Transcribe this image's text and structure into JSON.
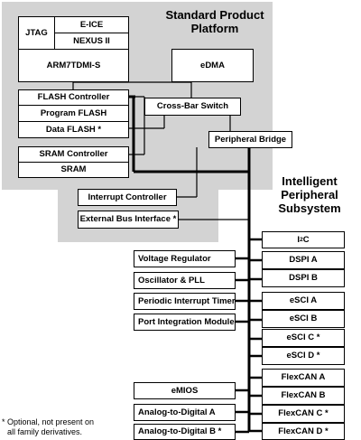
{
  "platform": {
    "title_line1": "Standard Product",
    "title_line2": "Platform",
    "jtag": "JTAG",
    "eice": "E-ICE",
    "nexus": "NEXUS II",
    "arm": "ARM7TDMI-S",
    "edma": "eDMA",
    "flash_controller": "FLASH Controller",
    "program_flash": "Program FLASH",
    "data_flash": "Data FLASH *",
    "sram_controller": "SRAM Controller",
    "sram": "SRAM",
    "crossbar": "Cross-Bar Switch",
    "peripheral_bridge": "Peripheral Bridge",
    "interrupt_controller": "Interrupt Controller",
    "external_bus": "External Bus Interface *"
  },
  "subsystem": {
    "title_line1": "Intelligent",
    "title_line2": "Peripheral",
    "title_line3": "Subsystem"
  },
  "left_modules": {
    "voltage_regulator": "Voltage Regulator",
    "oscillator_pll": "Oscillator & PLL",
    "pit": "Periodic Interrupt Timer",
    "port_integration": "Port Integration Module",
    "emios": "eMIOS",
    "adc_a": "Analog-to-Digital  A",
    "adc_b": "Analog-to-Digital  B *"
  },
  "right_modules": {
    "i2c_base": "I",
    "i2c_sup": "2",
    "i2c_tail": "C",
    "dspi_a": "DSPI A",
    "dspi_b": "DSPI B",
    "esci_a": "eSCI A",
    "esci_b": "eSCI B",
    "esci_c": "eSCI C *",
    "esci_d": "eSCI D *",
    "flexcan_a": "FlexCAN A",
    "flexcan_b": "FlexCAN B",
    "flexcan_c": "FlexCAN C *",
    "flexcan_d": "FlexCAN D *"
  },
  "footnote": {
    "line1": "* Optional, not present on",
    "line2": "all family derivatives."
  },
  "colors": {
    "region_fill": "#d3d3d3",
    "box_fill": "#ffffff",
    "line": "#000000"
  }
}
